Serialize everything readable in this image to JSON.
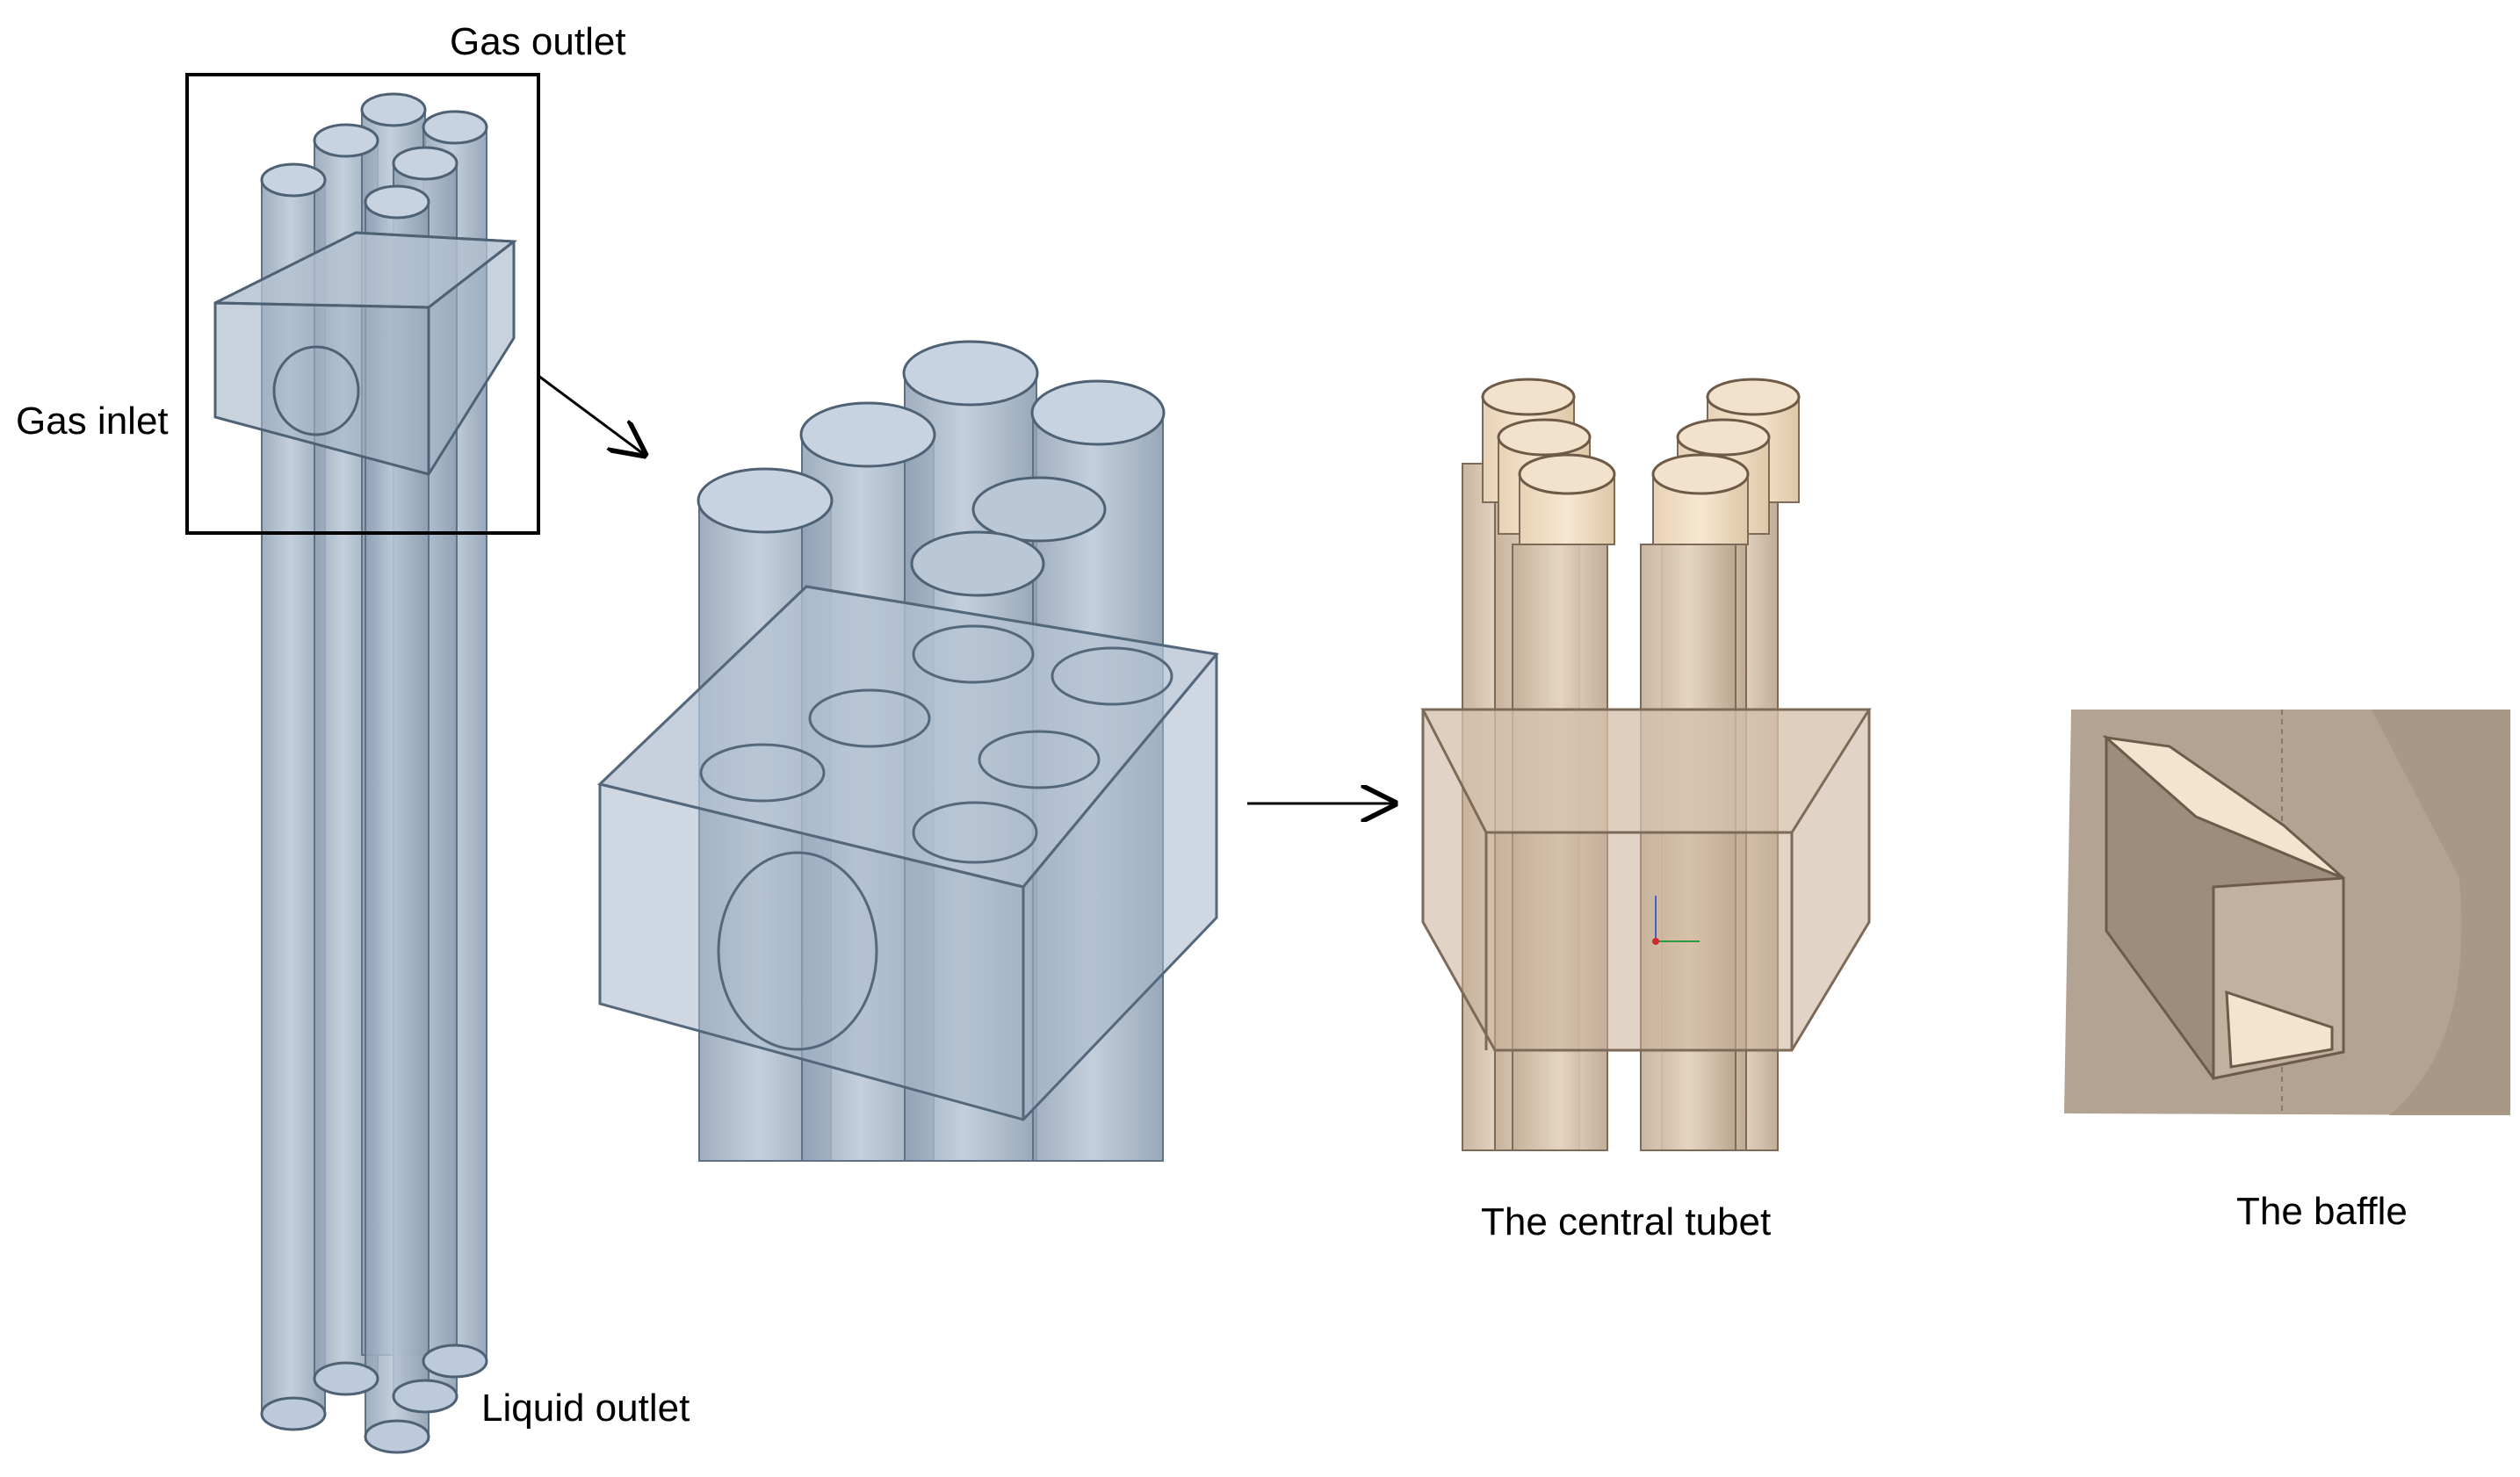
{
  "labels": {
    "gas_outlet": "Gas outlet",
    "gas_inlet": "Gas inlet",
    "liquid_outlet": "Liquid outlet",
    "central_tube": "The central tubet",
    "baffle": "The baffle"
  },
  "colors": {
    "blue_body": "#a9b8c9",
    "blue_edge": "#5f7185",
    "tan_body": "#d6c4b0",
    "tan_light": "#f0dcc2",
    "tan_edge": "#7e6a58",
    "baffle_bg": "#b3a393",
    "baffle_light": "#f3e4cf",
    "frame": "#000000"
  }
}
